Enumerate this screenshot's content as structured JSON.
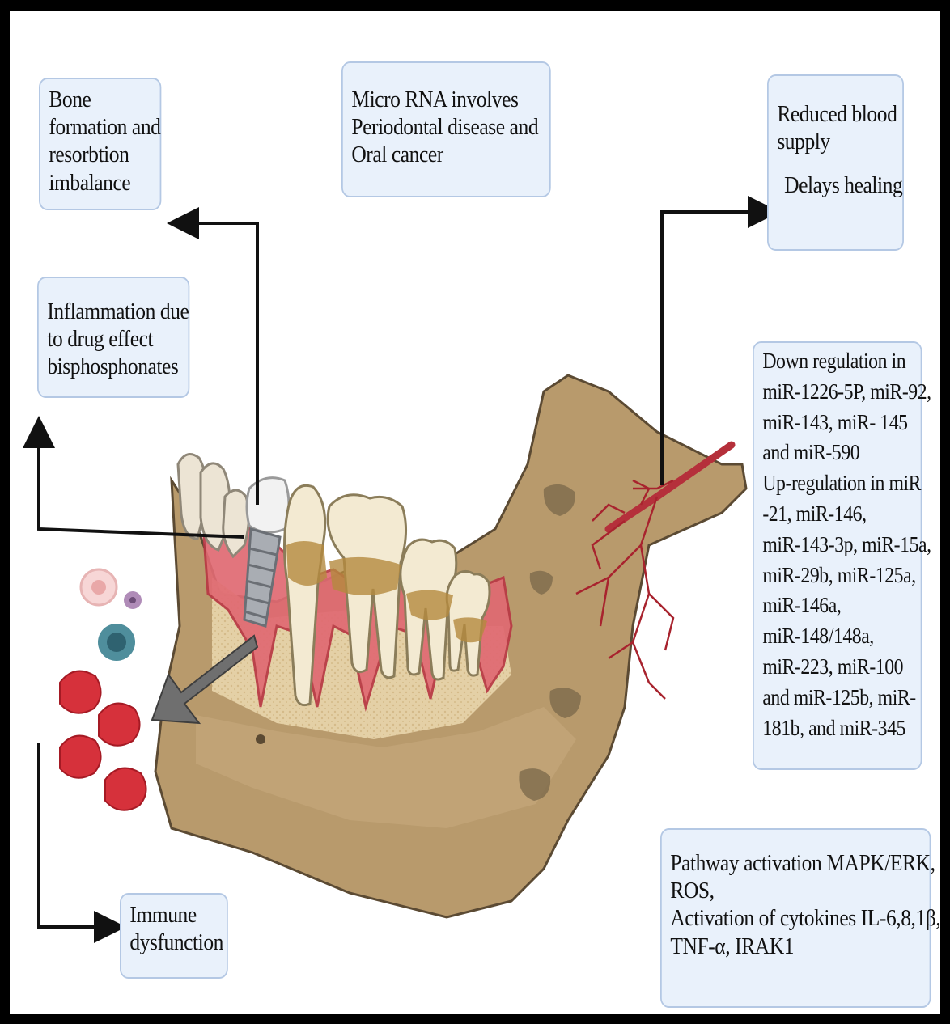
{
  "boxes": {
    "bone": {
      "lines": [
        "Bone",
        "formation and",
        "resorbtion",
        "imbalance"
      ]
    },
    "micro_rna": {
      "lines": [
        "Micro RNA involves",
        "Periodontal disease and",
        "Oral cancer"
      ]
    },
    "blood": {
      "lines": [
        "Reduced blood",
        "supply",
        "Delays healing"
      ]
    },
    "inflammation": {
      "lines": [
        "Inflammation due",
        "to drug effect",
        "bisphosphonates"
      ]
    },
    "mirna_list": {
      "lines": [
        "Down regulation in",
        "miR-1226-5P, miR-92,",
        "miR-143,  miR- 145",
        "and miR-590",
        "Up-regulation in miR",
        "-21, miR-146,",
        "miR-143-3p, miR-15a,",
        "miR-29b, miR-125a,",
        "miR-146a,",
        "miR-148/148a,",
        "miR-223, miR-100",
        "and miR-125b,   miR-",
        "181b, and miR-345"
      ]
    },
    "pathway": {
      "lines": [
        "Pathway activation MAPK/ERK,",
        "ROS,",
        "Activation of cytokines IL-6,8,1β,",
        "TNF-α, IRAK1"
      ]
    },
    "immune": {
      "lines": [
        "Immune",
        "dysfunction"
      ]
    }
  },
  "colors": {
    "box_fill": "#e9f1fb",
    "box_border": "#b4c8e4",
    "bone": "#b89a6c",
    "gum": "#d94b57",
    "vessel": "#a8232e",
    "arrow": "#111111",
    "big_arrow": "#6f6f6f"
  }
}
